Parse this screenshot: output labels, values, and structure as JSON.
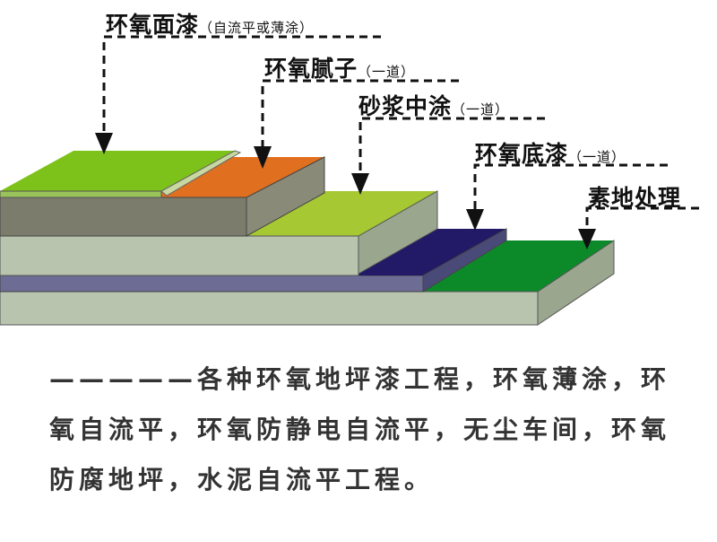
{
  "layers": [
    {
      "name": "环氧面漆",
      "note": "（自流平或薄涂）",
      "top_color": "#7dc21a"
    },
    {
      "name": "环氧腻子",
      "note": "（一道）",
      "top_color": "#e07020"
    },
    {
      "name": "砂浆中涂",
      "note": "（一道）",
      "top_color": "#a6c832"
    },
    {
      "name": "环氧底漆",
      "note": "（一道）",
      "top_color": "#221a66"
    },
    {
      "name": "素地处理",
      "note": "",
      "top_color": "#0c8a2a"
    }
  ],
  "side_colors": {
    "front": "#b8c4ae",
    "dark_front": "#7c7c6c",
    "purple_front": "#6c6c94",
    "right": "#9aa68e"
  },
  "description": "—————各种环氧地坪漆工程，环氧薄涂，环氧自流平，环氧防静电自流平，无尘车间，环氧防腐地坪，水泥自流平工程。"
}
